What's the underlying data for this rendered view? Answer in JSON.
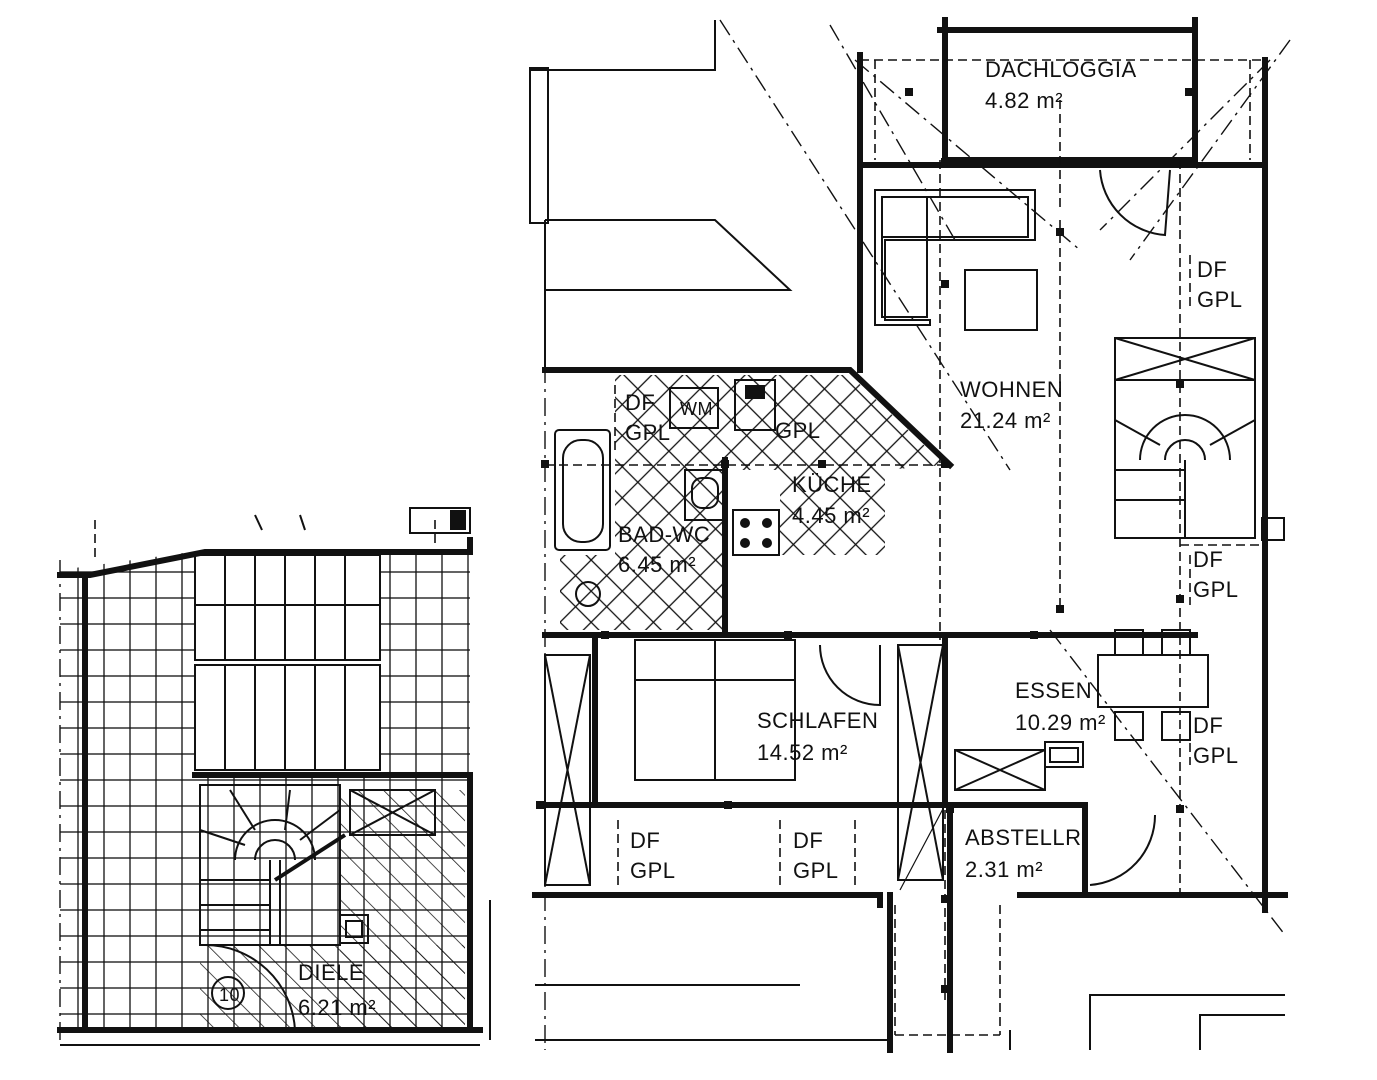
{
  "rooms": {
    "dachloggia": {
      "name": "DACHLOGGIA",
      "area": "4.82 m²"
    },
    "wohnen": {
      "name": "WOHNEN",
      "area": "21.24 m²"
    },
    "kueche": {
      "name": "KÜCHE",
      "area": "4.45 m²"
    },
    "bad": {
      "name": "BAD-WC",
      "area": "6.45 m²"
    },
    "schlafen": {
      "name": "SCHLAFEN",
      "area": "14.52 m²"
    },
    "essen": {
      "name": "ESSEN",
      "area": "10.29 m²"
    },
    "abstell": {
      "name": "ABSTELLR.",
      "area": "2.31 m²"
    },
    "diele": {
      "name": "DIELE",
      "area": "6.21 m²"
    }
  },
  "labels": {
    "df": "DF",
    "gpl": "GPL",
    "wm": "WM",
    "stair_step": "10"
  }
}
